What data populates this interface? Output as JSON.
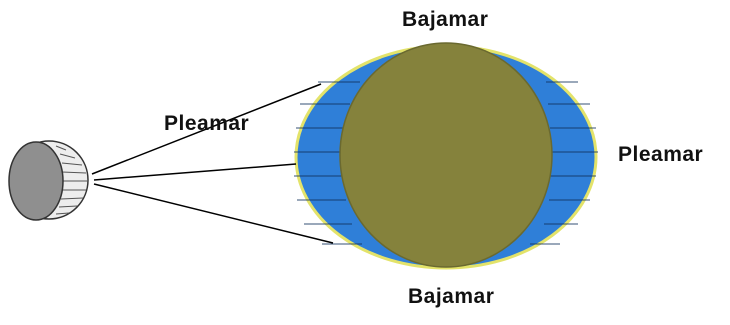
{
  "labels": {
    "top": "Bajamar",
    "bottom": "Bajamar",
    "left": "Pleamar",
    "right": "Pleamar"
  },
  "colors": {
    "moon": "#8f8f8f",
    "moon_lit_side": "#ececec",
    "earth": "#85823c",
    "tide_bulge": "#2f7fd8",
    "bulge_outline": "#e3e36a",
    "lines": "#000000"
  }
}
